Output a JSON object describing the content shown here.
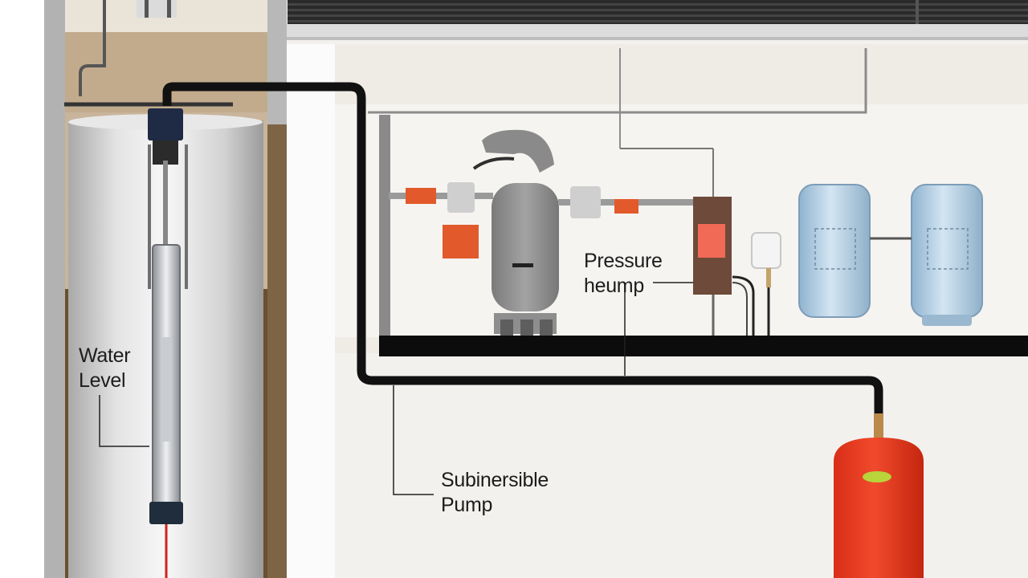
{
  "labels": {
    "water_level": {
      "line1": "Water",
      "line2": "Level"
    },
    "pressure": {
      "line1": "Pressure",
      "line2": "heump"
    },
    "submersible": {
      "line1": "Subinersible",
      "line2": "Pump"
    }
  },
  "colors": {
    "pipe": "#111111",
    "well_casing": "#d9d9d9",
    "soil": "#6b5030",
    "pressure_tank": "#e8351e",
    "storage_tank": "#b9d4e8",
    "compressor": "#8f8f8f",
    "control_indicator": "#f06a55",
    "valve": "#e25a2b",
    "floor_beam": "#0c0c0c"
  },
  "icons": [
    "well-pump-icon",
    "compressor-icon",
    "valve-icon",
    "control-box-icon",
    "switch-icon",
    "storage-tank-icon",
    "pressure-tank-icon",
    "gauge-icon"
  ]
}
